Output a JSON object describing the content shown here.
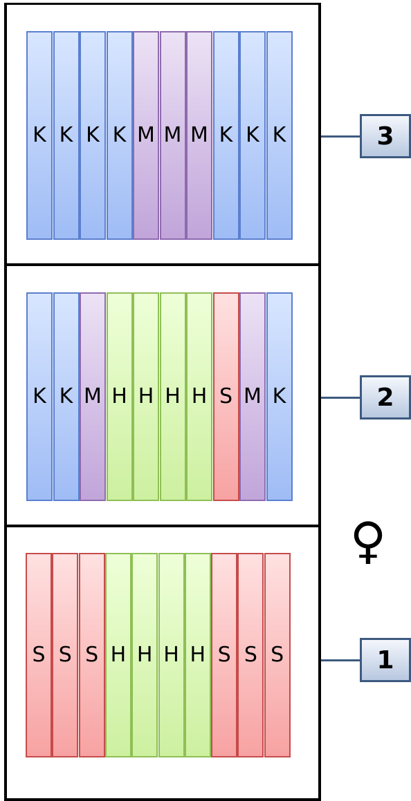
{
  "panels": [
    {
      "id": "3",
      "cells": [
        "K",
        "K",
        "K",
        "K",
        "M",
        "M",
        "M",
        "K",
        "K",
        "K"
      ]
    },
    {
      "id": "2",
      "cells": [
        "K",
        "K",
        "M",
        "H",
        "H",
        "H",
        "H",
        "S",
        "M",
        "K"
      ]
    },
    {
      "id": "1",
      "cells": [
        "S",
        "S",
        "S",
        "H",
        "H",
        "H",
        "H",
        "S",
        "S",
        "S"
      ]
    }
  ],
  "labels": {
    "top": "3",
    "middle": "2",
    "bottom": "1"
  },
  "female_symbol": "♀",
  "colors": {
    "K": "#9fbcf5",
    "M": "#c1a5da",
    "H": "#cdf0a0",
    "S": "#f7a2a2",
    "label_border": "#3d5a80"
  }
}
